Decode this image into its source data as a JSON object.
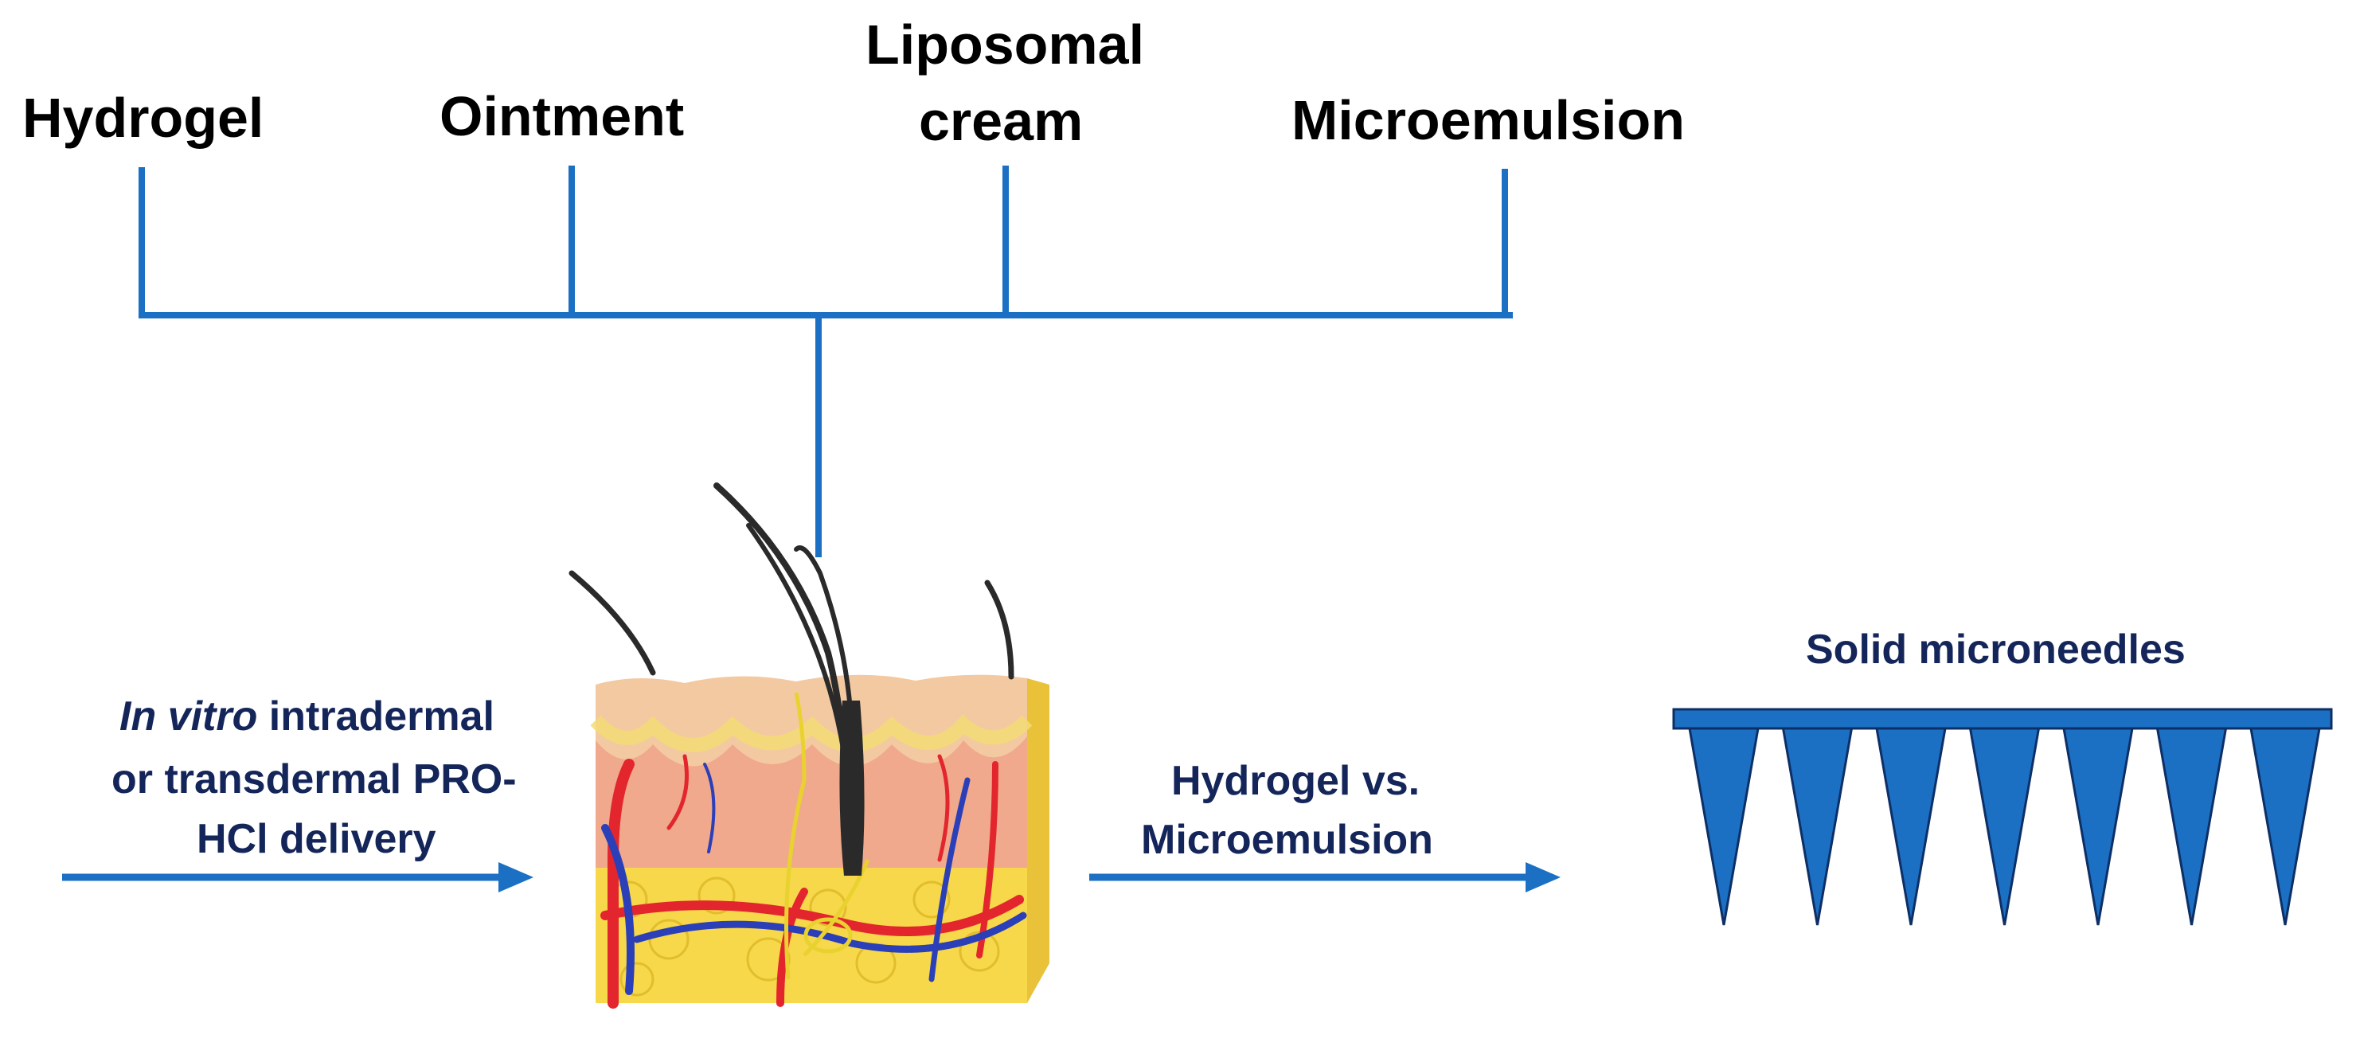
{
  "colors": {
    "line": "#1c70c4",
    "label_top": "#000000",
    "label_navy": "#14255a",
    "needle_fill": "#1c70c4",
    "needle_stroke": "#0d2f66",
    "skin_epidermis": "#f3c9a2",
    "skin_dermis": "#f0a98c",
    "skin_fat": "#f6d84a",
    "artery": "#e3262e",
    "vein": "#2b3fb8",
    "hair": "#2a2a2a"
  },
  "formulations": [
    {
      "label": "Hydrogel"
    },
    {
      "label": "Ointment"
    },
    {
      "label": "Liposomal",
      "label2": "cream"
    },
    {
      "label": "Microemulsion"
    }
  ],
  "delivery_label": {
    "italic": "In vitro",
    "rest": " intradermal",
    "line2": "or transdermal PRO-",
    "line3": "HCl delivery"
  },
  "comparison_label": {
    "line1": "Hydrogel vs.",
    "line2": "Microemulsion"
  },
  "microneedles": {
    "label": "Solid microneedles",
    "count": 7
  },
  "skin_illustration": {
    "icon": "skin-cross-section-icon"
  }
}
